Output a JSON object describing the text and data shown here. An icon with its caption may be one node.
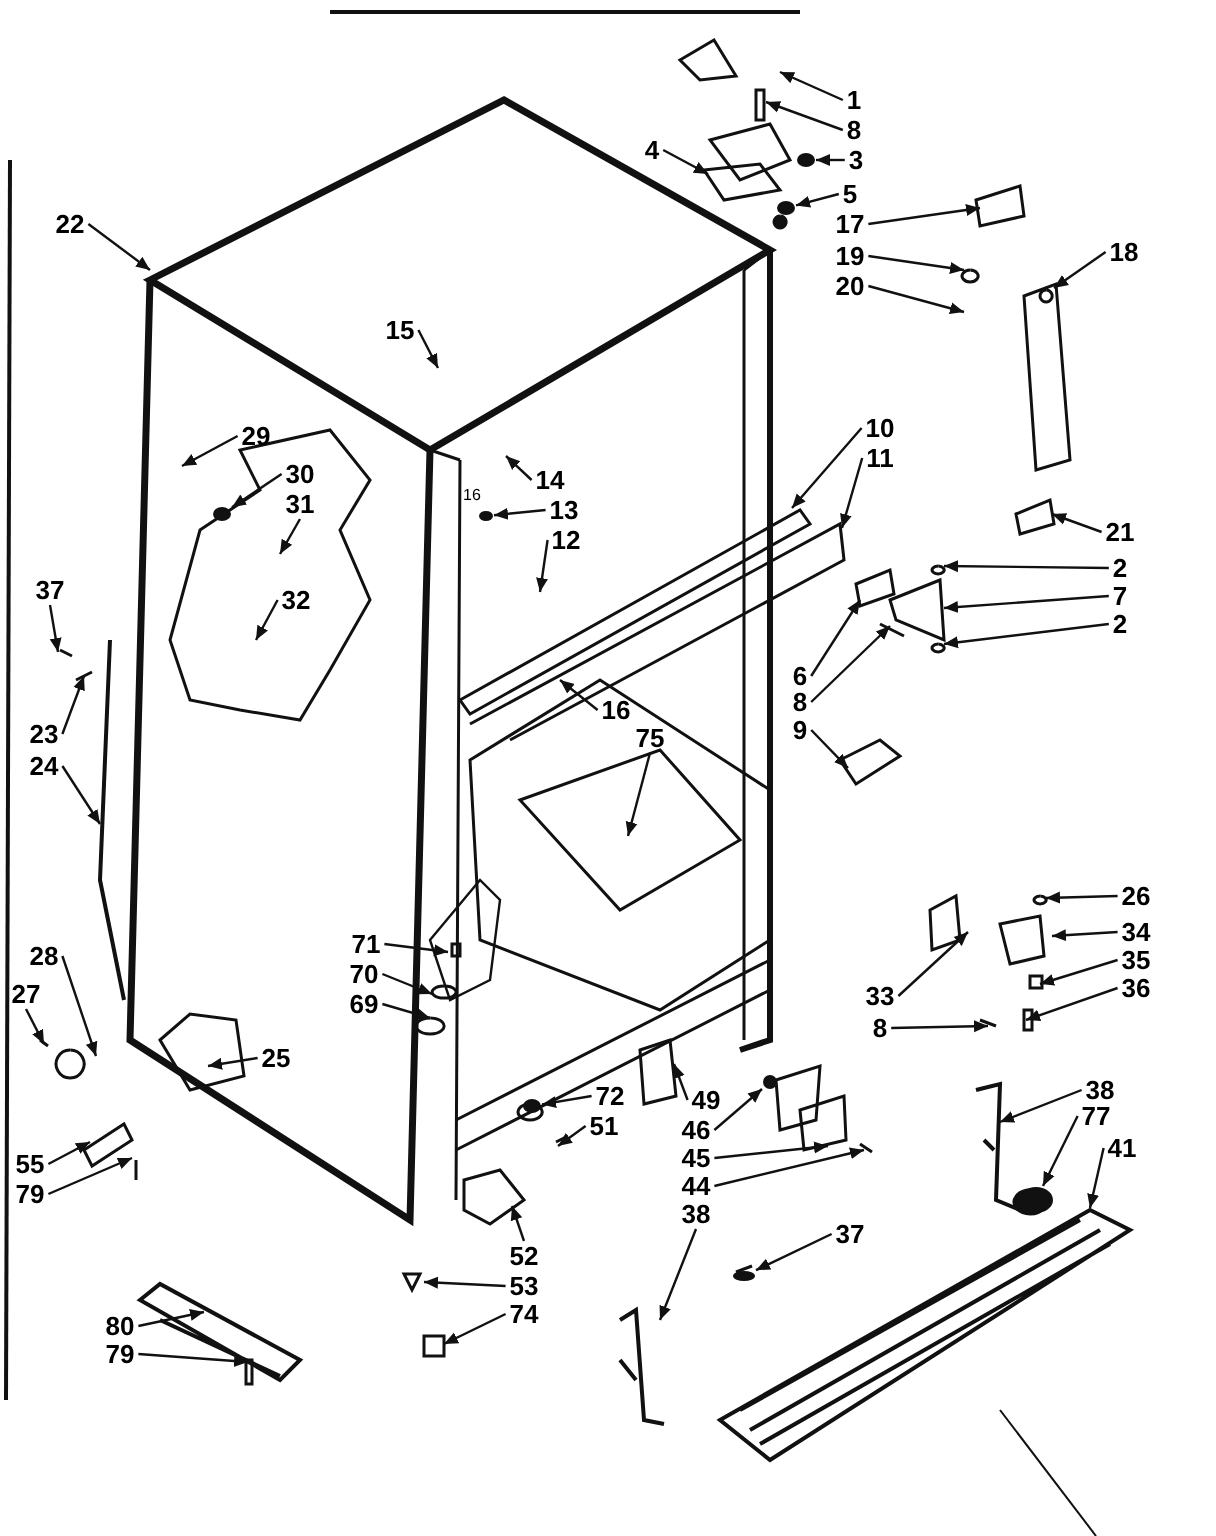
{
  "diagram": {
    "nodes": [
      {
        "text": [
          "1"
        ]
      },
      {
        "text": [
          "8"
        ]
      },
      {
        "text": [
          "3"
        ]
      },
      {
        "text": [
          "5"
        ]
      },
      {
        "text": [
          "4"
        ]
      },
      {
        "text": [
          "17"
        ]
      },
      {
        "text": [
          "19"
        ]
      },
      {
        "text": [
          "20"
        ]
      },
      {
        "text": [
          "18"
        ]
      },
      {
        "text": [
          "10"
        ]
      },
      {
        "text": [
          "11"
        ]
      },
      {
        "text": [
          "21"
        ]
      },
      {
        "text": [
          "2"
        ]
      },
      {
        "text": [
          "7"
        ]
      },
      {
        "text": [
          "2"
        ]
      },
      {
        "text": [
          "6"
        ]
      },
      {
        "text": [
          "8"
        ]
      },
      {
        "text": [
          "9"
        ]
      },
      {
        "text": [
          "22"
        ]
      },
      {
        "text": [
          "15"
        ]
      },
      {
        "text": [
          "14"
        ]
      },
      {
        "text": [
          "13"
        ]
      },
      {
        "text": [
          "12"
        ]
      },
      {
        "text": [
          "29"
        ]
      },
      {
        "text": [
          "30"
        ]
      },
      {
        "text": [
          "31"
        ]
      },
      {
        "text": [
          "32"
        ]
      },
      {
        "text": [
          "37"
        ]
      },
      {
        "text": [
          "23"
        ]
      },
      {
        "text": [
          "24"
        ]
      },
      {
        "text": [
          "16"
        ]
      },
      {
        "text": [
          "75"
        ]
      },
      {
        "text": [
          "28"
        ]
      },
      {
        "text": [
          "27"
        ]
      },
      {
        "text": [
          "25"
        ]
      },
      {
        "text": [
          "71"
        ]
      },
      {
        "text": [
          "70"
        ]
      },
      {
        "text": [
          "69"
        ]
      },
      {
        "text": [
          "26"
        ]
      },
      {
        "text": [
          "34"
        ]
      },
      {
        "text": [
          "33"
        ]
      },
      {
        "text": [
          "35"
        ]
      },
      {
        "text": [
          "36"
        ]
      },
      {
        "text": [
          "8"
        ]
      },
      {
        "text": [
          "55"
        ]
      },
      {
        "text": [
          "79"
        ]
      },
      {
        "text": [
          "72"
        ]
      },
      {
        "text": [
          "51"
        ]
      },
      {
        "text": [
          "49"
        ]
      },
      {
        "text": [
          "46"
        ]
      },
      {
        "text": [
          "45"
        ]
      },
      {
        "text": [
          "44"
        ]
      },
      {
        "text": [
          "38"
        ]
      },
      {
        "text": [
          "77"
        ]
      },
      {
        "text": [
          "41"
        ]
      },
      {
        "text": [
          "52"
        ]
      },
      {
        "text": [
          "53"
        ]
      },
      {
        "text": [
          "74"
        ]
      },
      {
        "text": [
          "38"
        ]
      },
      {
        "text": [
          "37"
        ]
      },
      {
        "text": [
          "80"
        ]
      },
      {
        "text": [
          "79"
        ]
      },
      {
        "text": [],
        "shape": "circle"
      },
      {
        "text": [],
        "shape": "circle"
      },
      {
        "text": [],
        "shape": "circle"
      },
      {
        "text": [],
        "shape": "circle"
      },
      {
        "text": [],
        "shape": "circle"
      },
      {
        "text": [],
        "shape": "circle"
      },
      {
        "text": [],
        "shape": "circle"
      },
      {
        "text": [],
        "shape": "circle"
      }
    ],
    "edges": [
      {
        "from": 0,
        "to": null,
        "arrow": "to"
      },
      {
        "from": 1,
        "to": null,
        "arrow": "to"
      },
      {
        "from": 2,
        "to": 62,
        "arrow": "to"
      },
      {
        "from": 3,
        "to": 63,
        "arrow": "to"
      },
      {
        "from": 4,
        "to": null,
        "arrow": "to"
      },
      {
        "from": 5,
        "to": null,
        "arrow": "to"
      },
      {
        "from": 6,
        "to": null,
        "arrow": "to"
      },
      {
        "from": 7,
        "to": null,
        "arrow": "to"
      },
      {
        "from": 8,
        "to": null,
        "arrow": "to"
      },
      {
        "from": 9,
        "to": null,
        "arrow": "to"
      },
      {
        "from": 10,
        "to": null,
        "arrow": "to"
      },
      {
        "from": 11,
        "to": null,
        "arrow": "to"
      },
      {
        "from": 12,
        "to": null,
        "arrow": "to"
      },
      {
        "from": 13,
        "to": null,
        "arrow": "to"
      },
      {
        "from": 14,
        "to": null,
        "arrow": "to"
      },
      {
        "from": 15,
        "to": null,
        "arrow": "to"
      },
      {
        "from": 16,
        "to": null,
        "arrow": "to"
      },
      {
        "from": 17,
        "to": null,
        "arrow": "to"
      },
      {
        "from": 18,
        "to": null,
        "arrow": "to"
      },
      {
        "from": 19,
        "to": null,
        "arrow": "to"
      },
      {
        "from": 20,
        "to": null,
        "arrow": "to"
      },
      {
        "from": 21,
        "to": 64,
        "arrow": "to"
      },
      {
        "from": 22,
        "to": null,
        "arrow": "to"
      },
      {
        "from": 23,
        "to": null,
        "arrow": "to"
      },
      {
        "from": 24,
        "to": 65,
        "arrow": "to"
      },
      {
        "from": 25,
        "to": null,
        "arrow": "to"
      },
      {
        "from": 26,
        "to": null,
        "arrow": "to"
      },
      {
        "from": 27,
        "to": null,
        "arrow": "to"
      },
      {
        "from": 28,
        "to": null,
        "arrow": "to"
      },
      {
        "from": 29,
        "to": null,
        "arrow": "to"
      },
      {
        "from": 30,
        "to": null,
        "arrow": "to"
      },
      {
        "from": 31,
        "to": null,
        "arrow": "to"
      },
      {
        "from": 32,
        "to": null,
        "arrow": "to"
      },
      {
        "from": 33,
        "to": null,
        "arrow": "to"
      },
      {
        "from": 34,
        "to": null,
        "arrow": "to"
      },
      {
        "from": 35,
        "to": null,
        "arrow": "to"
      },
      {
        "from": 36,
        "to": null,
        "arrow": "to"
      },
      {
        "from": 37,
        "to": null,
        "arrow": "to"
      },
      {
        "from": 38,
        "to": null,
        "arrow": "to"
      },
      {
        "from": 39,
        "to": null,
        "arrow": "to"
      },
      {
        "from": 40,
        "to": null,
        "arrow": "to"
      },
      {
        "from": 41,
        "to": null,
        "arrow": "to"
      },
      {
        "from": 42,
        "to": null,
        "arrow": "to"
      },
      {
        "from": 43,
        "to": null,
        "arrow": "to"
      },
      {
        "from": 44,
        "to": null,
        "arrow": "to"
      },
      {
        "from": 45,
        "to": null,
        "arrow": "to"
      },
      {
        "from": 46,
        "to": 66,
        "arrow": "to"
      },
      {
        "from": 47,
        "to": null,
        "arrow": "to"
      },
      {
        "from": 48,
        "to": null,
        "arrow": "to"
      },
      {
        "from": 49,
        "to": 67,
        "arrow": "to"
      },
      {
        "from": 50,
        "to": null,
        "arrow": "to"
      },
      {
        "from": 51,
        "to": null,
        "arrow": "to"
      },
      {
        "from": 52,
        "to": null,
        "arrow": "to"
      },
      {
        "from": 53,
        "to": 68,
        "arrow": "to"
      },
      {
        "from": 54,
        "to": null,
        "arrow": "to"
      },
      {
        "from": 55,
        "to": null,
        "arrow": "to"
      },
      {
        "from": 56,
        "to": null,
        "arrow": "to"
      },
      {
        "from": 57,
        "to": null,
        "arrow": "to"
      },
      {
        "from": 58,
        "to": null,
        "arrow": "to"
      },
      {
        "from": 59,
        "to": 69,
        "arrow": "to"
      },
      {
        "from": 60,
        "to": null,
        "arrow": "to"
      },
      {
        "from": 61,
        "to": null,
        "arrow": "to"
      }
    ],
    "labels": [
      "16"
    ]
  }
}
